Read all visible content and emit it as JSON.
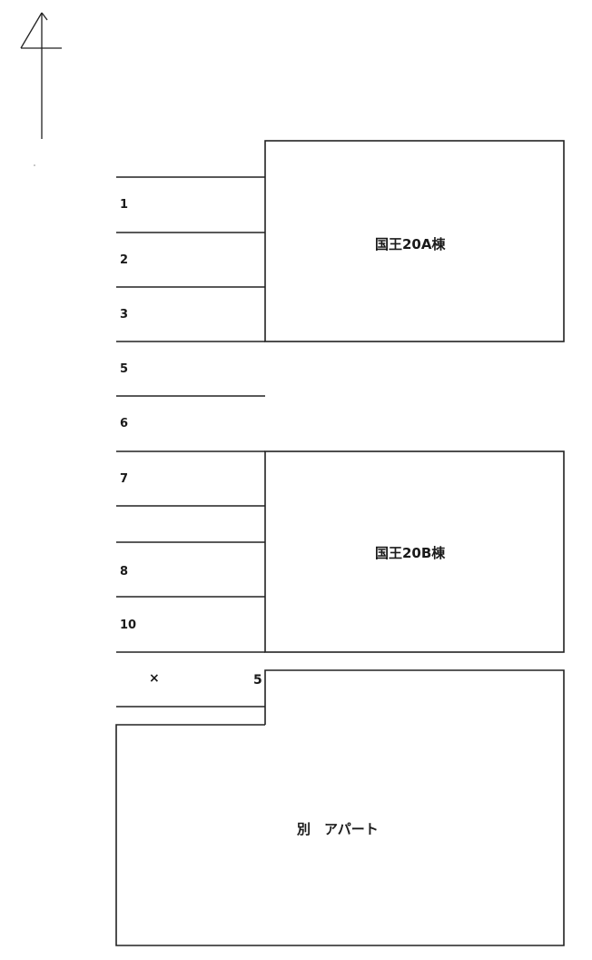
{
  "diagram": {
    "type": "parking-lot-layout",
    "north_arrow": {
      "icon": "north-arrow-icon"
    },
    "buildings": [
      {
        "id": "a",
        "label": "国王20A棟"
      },
      {
        "id": "b",
        "label": "国王20B棟"
      },
      {
        "id": "apt",
        "label": "別　アパート"
      }
    ],
    "spaces": [
      {
        "label": "1"
      },
      {
        "label": "2"
      },
      {
        "label": "3"
      },
      {
        "label": "5"
      },
      {
        "label": "6"
      },
      {
        "label": "7"
      },
      {
        "label": ""
      },
      {
        "label": "8"
      },
      {
        "label": "10"
      },
      {
        "label": "×"
      }
    ],
    "annotation_5": "5",
    "colors": {
      "line": "#222222",
      "background": "#ffffff"
    }
  }
}
